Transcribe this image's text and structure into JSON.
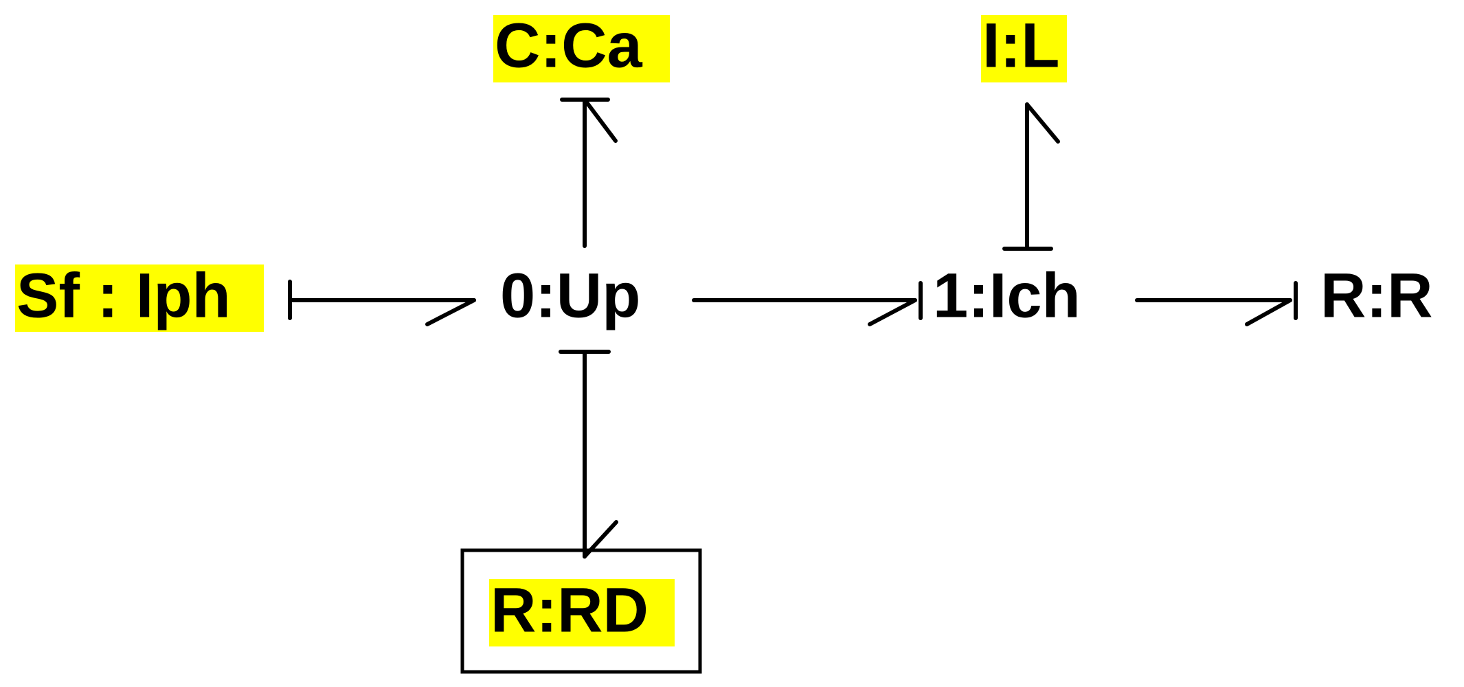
{
  "diagram": {
    "colors": {
      "highlight": "#ffff00",
      "stroke": "#000000",
      "text": "#000000",
      "background": "#ffffff"
    },
    "nodes": {
      "sf": {
        "label": "Sf : Iph",
        "highlighted": true
      },
      "zero": {
        "label": "0:Up",
        "highlighted": false
      },
      "cap": {
        "label": "C:Ca",
        "highlighted": true
      },
      "rd": {
        "label": "R:RD",
        "highlighted": true,
        "boxed": true
      },
      "one": {
        "label": "1:Ich",
        "highlighted": false
      },
      "ind": {
        "label": "I:L",
        "highlighted": true
      },
      "res": {
        "label": "R:R",
        "highlighted": false
      }
    },
    "bonds": [
      {
        "from": "sf",
        "to": "zero"
      },
      {
        "from": "zero",
        "to": "cap"
      },
      {
        "from": "zero",
        "to": "rd"
      },
      {
        "from": "zero",
        "to": "one"
      },
      {
        "from": "one",
        "to": "ind"
      },
      {
        "from": "one",
        "to": "res"
      }
    ]
  }
}
